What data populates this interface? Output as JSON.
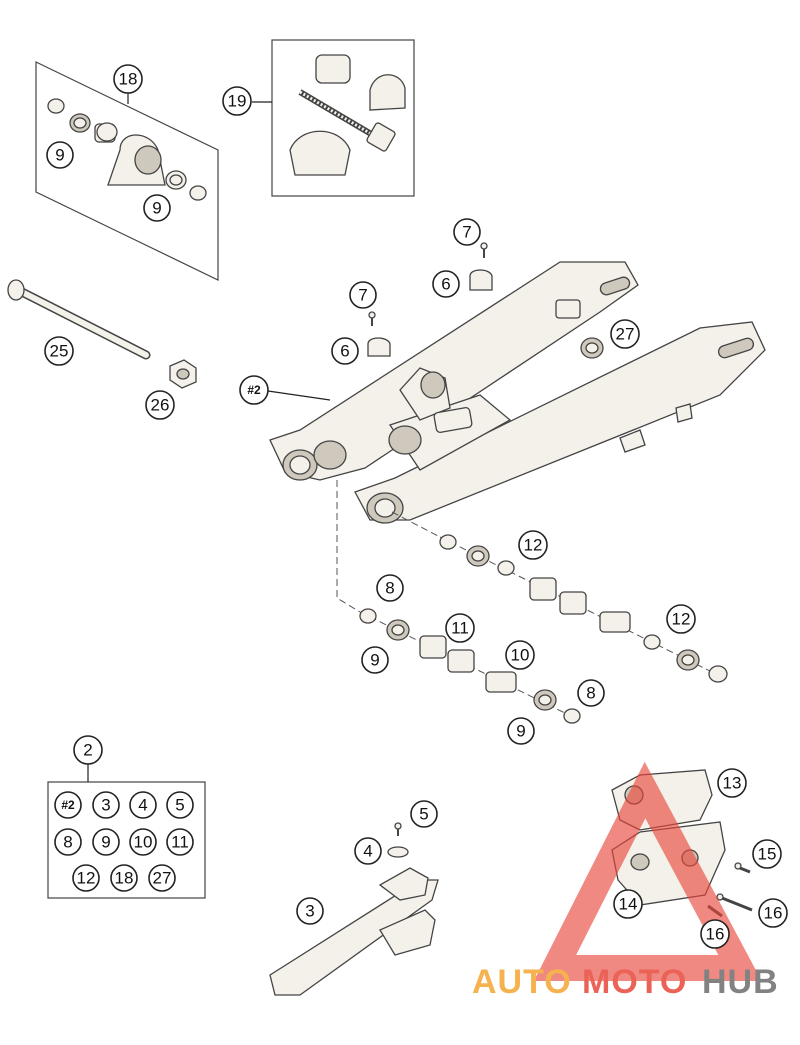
{
  "callouts": {
    "c18": "18",
    "c9a": "9",
    "c9b": "9",
    "c19": "19",
    "c7a": "7",
    "c6a": "6",
    "c7b": "7",
    "c6b": "6",
    "c27": "27",
    "c25": "25",
    "c26": "26",
    "c2hash": "#2",
    "c12a": "12",
    "c8a": "8",
    "c11": "11",
    "c9c": "9",
    "c10": "10",
    "c12b": "12",
    "c8b": "8",
    "c9d": "9",
    "c2": "2",
    "c13": "13",
    "c5": "5",
    "c4": "4",
    "c15": "15",
    "c3": "3",
    "c14": "14",
    "c16a": "16",
    "c16b": "16"
  },
  "kit": {
    "row1": [
      "#2",
      "3",
      "4",
      "5"
    ],
    "row2": [
      "8",
      "9",
      "10",
      "11"
    ],
    "row3": [
      "12",
      "18",
      "27"
    ]
  },
  "watermark": {
    "auto": "AUTO",
    "moto": "MOTO",
    "hub": "HUB",
    "colors": {
      "orange": "#f4a530",
      "red": "#e8473a",
      "grey": "#6d6d6d"
    }
  }
}
